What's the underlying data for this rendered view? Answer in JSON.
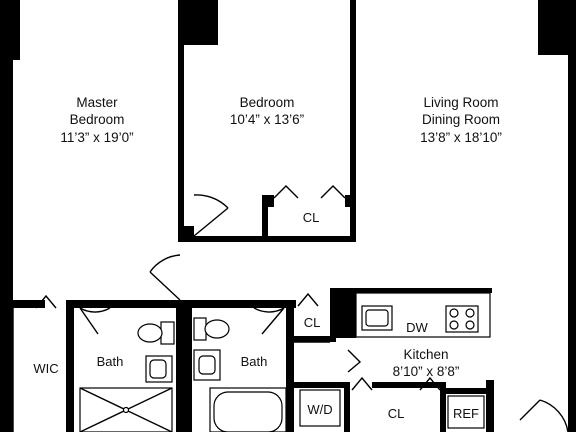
{
  "rooms": {
    "master_bedroom": {
      "name_line1": "Master",
      "name_line2": "Bedroom",
      "dims": "11’3” x 19’0”"
    },
    "bedroom": {
      "name": "Bedroom",
      "dims": "10’4” x 13’6”"
    },
    "living_dining": {
      "name_line1": "Living Room",
      "name_line2": "Dining Room",
      "dims": "13’8” x 18’10”"
    },
    "kitchen": {
      "name": "Kitchen",
      "dims": "8’10” x 8’8”"
    }
  },
  "labels": {
    "closet_bedroom": "CL",
    "closet_kitchen_upper": "CL",
    "closet_kitchen_lower": "CL",
    "walk_in_closet": "WIC",
    "bath_master": "Bath",
    "bath_hall": "Bath",
    "dishwasher": "DW",
    "washer_dryer": "W/D",
    "refrigerator": "REF"
  }
}
